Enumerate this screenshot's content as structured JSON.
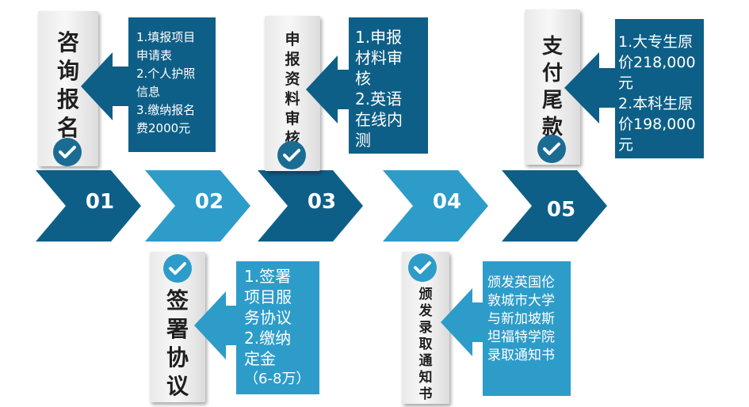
{
  "colors": {
    "dark": "#0e5f87",
    "mid": "#1e7fb0",
    "light": "#2d9cc9",
    "check": "#1b6c93"
  },
  "chevrons": [
    "01",
    "02",
    "03",
    "04",
    "05"
  ],
  "steps": {
    "s1": {
      "title": [
        "咨",
        "询",
        "报",
        "名"
      ],
      "desc": [
        "1.填报项目",
        "申请表",
        "2.个人护照",
        "信息",
        "3.缴纳报名",
        "费2000元"
      ]
    },
    "s2": {
      "title": [
        "签",
        "署",
        "协",
        "议"
      ],
      "desc": [
        "1.签署",
        "项目服",
        "务协议",
        "2.缴纳",
        "定金",
        "（6-8万）"
      ]
    },
    "s3": {
      "title": [
        "申",
        "报",
        "资",
        "料",
        "审",
        "核"
      ],
      "desc": [
        "1.申报",
        "材料审",
        "核",
        "2.英语",
        "在线内",
        "测"
      ]
    },
    "s4": {
      "title": [
        "颁",
        "发",
        "录",
        "取",
        "通",
        "知",
        "书"
      ],
      "desc": [
        "颁发英国伦",
        "敦城市大学",
        "与新加坡斯",
        "坦福特学院",
        "录取通知书"
      ]
    },
    "s5": {
      "title": [
        "支",
        "付",
        "尾",
        "款"
      ],
      "desc": [
        "1.大专生原",
        "价218,000",
        "元",
        "2.本科生原",
        "价198,000",
        "元"
      ]
    }
  }
}
